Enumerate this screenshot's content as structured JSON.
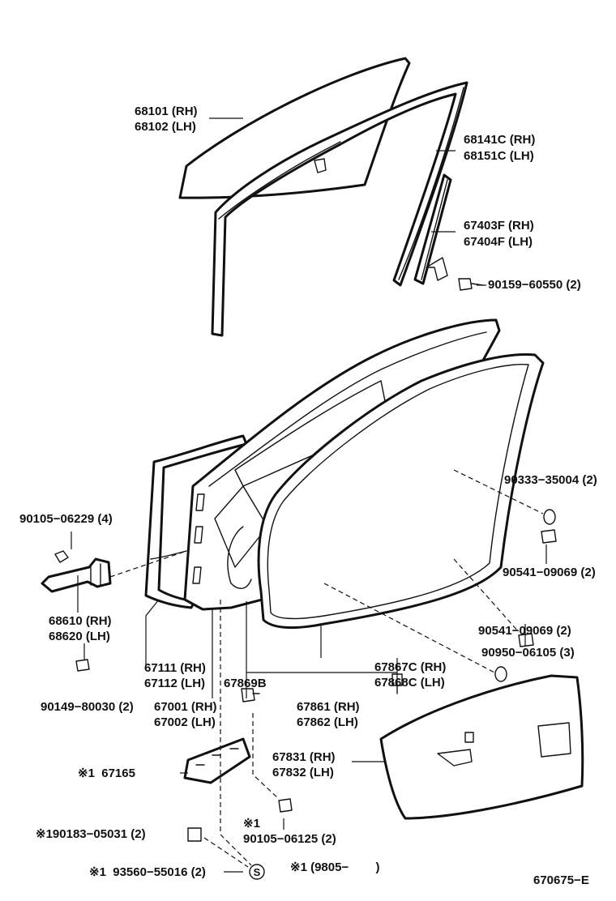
{
  "labels": {
    "glass_rh": "68101 (RH)",
    "glass_lh": "68102 (LH)",
    "run_rh": "68141C (RH)",
    "run_lh": "68151C (LH)",
    "channel_rh": "67403F (RH)",
    "channel_lh": "67404F (LH)",
    "bolt_60550": "90159−60550 (2)",
    "bolt_06229": "90105−06229 (4)",
    "plug_35004": "90333−35004 (2)",
    "plug_09069_a": "90541−09069 (2)",
    "plug_09069_b": "90541−09069 (2)",
    "clip_06105": "90950−06105 (3)",
    "hinge_rh": "68610 (RH)",
    "hinge_lh": "68620 (LH)",
    "bolt_80030": "90149−80030 (2)",
    "outer_rh": "67111 (RH)",
    "outer_lh": "67112 (LH)",
    "panel_rh": "67001 (RH)",
    "panel_lh": "67002 (LH)",
    "clip_67869": "67869B",
    "weather_rh": "67861 (RH)",
    "weather_lh": "67862 (LH)",
    "clamp_rh": "67867C (RH)",
    "clamp_lh": "67868C (LH)",
    "cover_rh": "67831 (RH)",
    "cover_lh": "67832 (LH)",
    "checker": "※1  67165",
    "bolt_06125_note": "※1",
    "bolt_06125": "90105−06125 (2)",
    "bolt_05031": "※190183−05031 (2)",
    "sticker": "※1  93560−55016 (2)",
    "note": "※1 (9805−        )",
    "figure_code": "670675−E",
    "s_mark": "S"
  }
}
